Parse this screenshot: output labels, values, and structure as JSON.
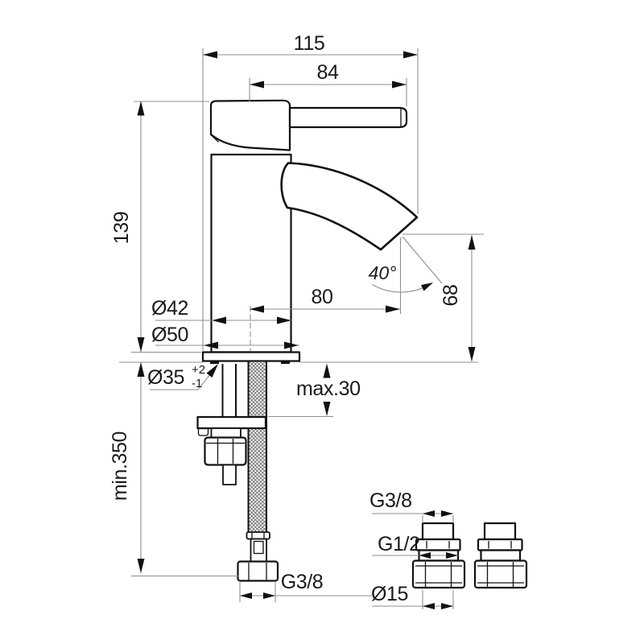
{
  "drawing": {
    "kind": "technical dimensional drawing",
    "subject": "single-lever basin mixer tap with flexible supply hose and connection fittings",
    "colors": {
      "outline": "#111111",
      "dimension_line": "#8f8f8f",
      "text": "#1a1a1a",
      "background": "#ffffff"
    },
    "dimensions": {
      "overall_width": "115",
      "lever_length": "84",
      "body_height": "139",
      "spout_angle": "40°",
      "spout_reach": "80",
      "outlet_height": "68",
      "body_diameter": "Ø42",
      "base_diameter": "Ø50",
      "hole_diameter": "Ø35",
      "hole_tolerance_plus": "+2",
      "hole_tolerance_minus": "-1",
      "deck_thickness_max": "max.30",
      "hose_length_min": "min.350",
      "hose_thread": "G3/8"
    },
    "fittings": {
      "top_thread": "G3/8",
      "middle_thread": "G1/2",
      "bottom_diameter": "Ø15"
    }
  }
}
